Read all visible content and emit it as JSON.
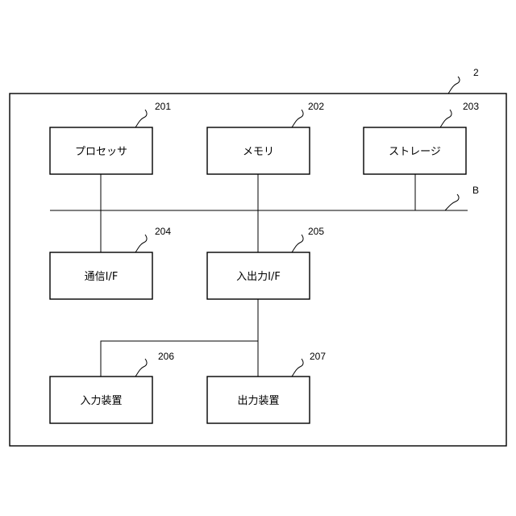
{
  "frame_ref": "2",
  "bus_ref": "B",
  "nodes": {
    "processor": {
      "ref": "201",
      "label": "プロセッサ"
    },
    "memory": {
      "ref": "202",
      "label": "メモリ"
    },
    "storage": {
      "ref": "203",
      "label": "ストレージ"
    },
    "comm_if": {
      "ref": "204",
      "label": "通信I/F"
    },
    "io_if": {
      "ref": "205",
      "label": "入出力I/F"
    },
    "input_device": {
      "ref": "206",
      "label": "入力装置"
    },
    "output_device": {
      "ref": "207",
      "label": "出力装置"
    }
  }
}
